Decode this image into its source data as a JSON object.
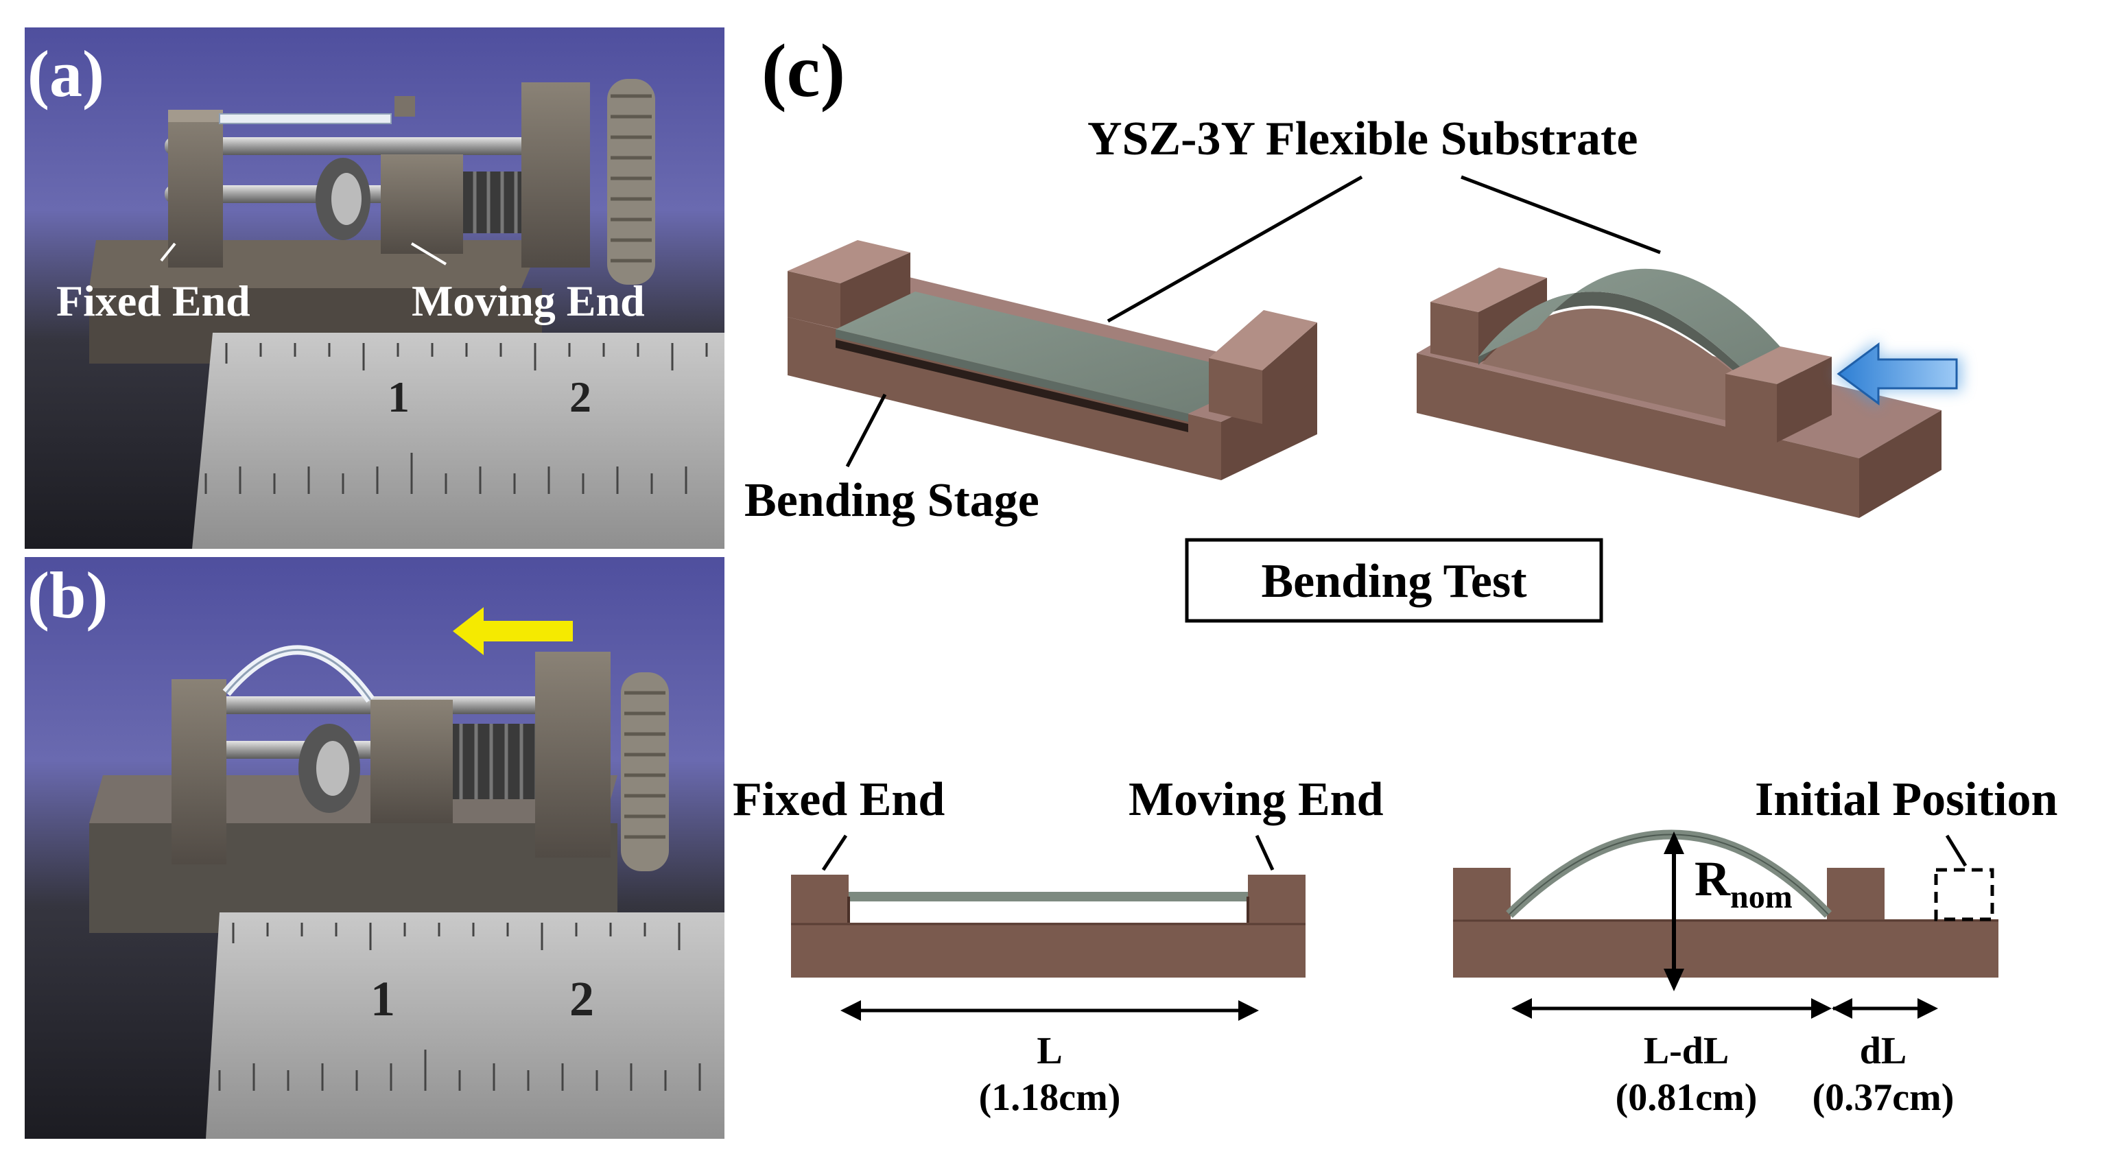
{
  "panels": {
    "a": {
      "label": "(a)",
      "fixed_end": "Fixed End",
      "moving_end": "Moving End",
      "ruler_ticks": [
        "1",
        "2"
      ]
    },
    "b": {
      "label": "(b)",
      "ruler_ticks": [
        "1",
        "2"
      ]
    },
    "c": {
      "label": "(c)",
      "substrate_label": "YSZ-3Y Flexible Substrate",
      "stage_label": "Bending Stage",
      "test_box": "Bending Test",
      "fixed_end": "Fixed End",
      "moving_end": "Moving End",
      "initial_position": "Initial Position",
      "radius_label": "R",
      "radius_sub": "nom",
      "length": "L",
      "length_value": "(1.18cm)",
      "span": "L-dL",
      "span_value": "(0.81cm)",
      "shift": "dL",
      "shift_value": "(0.37cm)"
    }
  },
  "colors": {
    "stage_front": "#7a5a4e",
    "stage_top": "#a88478",
    "substrate": "#7d8a80",
    "arrow_yellow": "#f5ea00",
    "arrow_blue": "#4a9ae0",
    "photo_sky": "#5a5aa8"
  }
}
